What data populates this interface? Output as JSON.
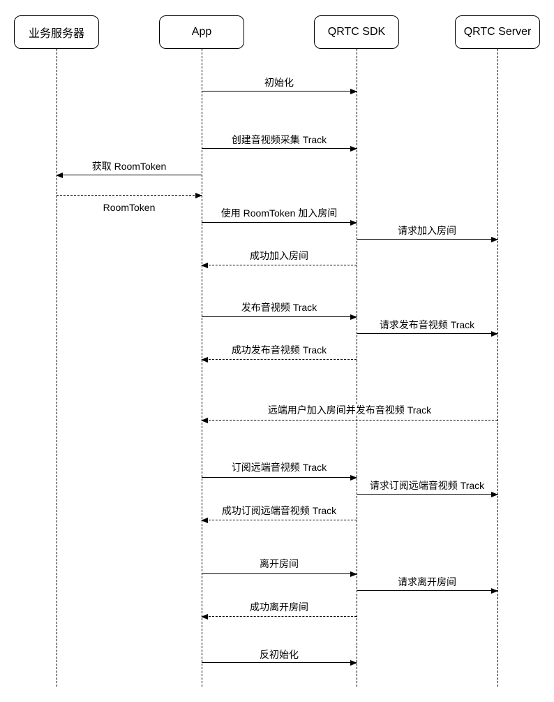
{
  "diagram": {
    "type": "sequence-diagram",
    "background_color": "#ffffff",
    "line_color": "#000000",
    "text_color": "#000000",
    "actors": [
      {
        "id": "business-server",
        "label": "业务服务器"
      },
      {
        "id": "app",
        "label": "App"
      },
      {
        "id": "qrtc-sdk",
        "label": "QRTC SDK"
      },
      {
        "id": "qrtc-server",
        "label": "QRTC Server"
      }
    ],
    "messages": [
      {
        "label": "初始化",
        "from": "App",
        "to": "QRTC SDK",
        "style": "solid"
      },
      {
        "label": "创建音视频采集 Track",
        "from": "App",
        "to": "QRTC SDK",
        "style": "solid"
      },
      {
        "label": "获取 RoomToken",
        "from": "App",
        "to": "业务服务器",
        "style": "solid"
      },
      {
        "label": "RoomToken",
        "from": "业务服务器",
        "to": "App",
        "style": "dashed"
      },
      {
        "label": "使用 RoomToken 加入房间",
        "from": "App",
        "to": "QRTC SDK",
        "style": "solid"
      },
      {
        "label": "请求加入房间",
        "from": "QRTC SDK",
        "to": "QRTC Server",
        "style": "solid"
      },
      {
        "label": "成功加入房间",
        "from": "QRTC SDK",
        "to": "App",
        "style": "dashed"
      },
      {
        "label": "发布音视频 Track",
        "from": "App",
        "to": "QRTC SDK",
        "style": "solid"
      },
      {
        "label": "请求发布音视频 Track",
        "from": "QRTC SDK",
        "to": "QRTC Server",
        "style": "solid"
      },
      {
        "label": "成功发布音视频 Track",
        "from": "QRTC SDK",
        "to": "App",
        "style": "dashed"
      },
      {
        "label": "远端用户加入房间并发布音视频 Track",
        "from": "QRTC Server",
        "to": "App",
        "style": "dashed"
      },
      {
        "label": "订阅远端音视频 Track",
        "from": "App",
        "to": "QRTC SDK",
        "style": "solid"
      },
      {
        "label": "请求订阅远端音视频 Track",
        "from": "QRTC SDK",
        "to": "QRTC Server",
        "style": "solid"
      },
      {
        "label": "成功订阅远端音视频 Track",
        "from": "QRTC SDK",
        "to": "App",
        "style": "dashed"
      },
      {
        "label": "离开房间",
        "from": "App",
        "to": "QRTC SDK",
        "style": "solid"
      },
      {
        "label": "请求离开房间",
        "from": "QRTC SDK",
        "to": "QRTC Server",
        "style": "solid"
      },
      {
        "label": "成功离开房间",
        "from": "QRTC SDK",
        "to": "App",
        "style": "dashed"
      },
      {
        "label": "反初始化",
        "from": "App",
        "to": "QRTC SDK",
        "style": "solid"
      }
    ]
  }
}
